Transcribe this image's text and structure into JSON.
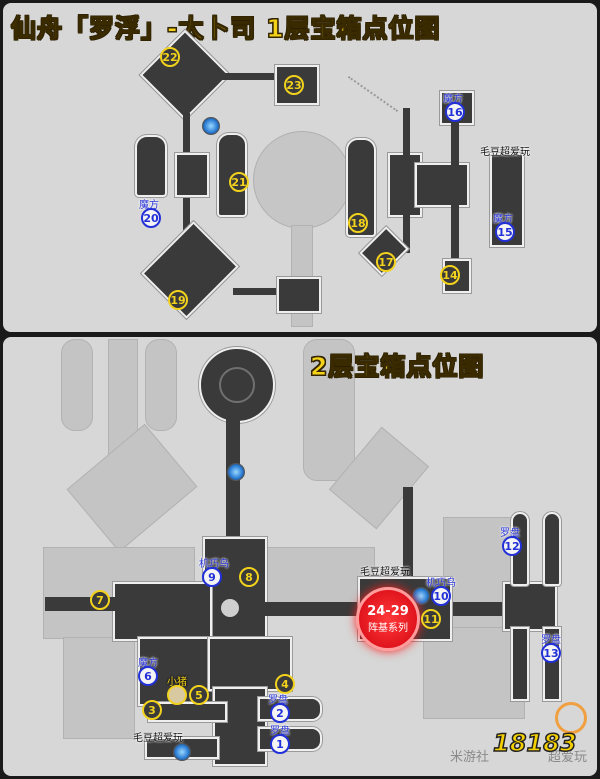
{
  "floor1": {
    "title": "仙舟「罗浮」-太卜司  1层宝箱点位图",
    "markers": [
      {
        "num": "14",
        "color": "yellow",
        "label": ""
      },
      {
        "num": "15",
        "color": "blue",
        "label": "魔方"
      },
      {
        "num": "16",
        "color": "blue",
        "label": "魔方"
      },
      {
        "num": "17",
        "color": "yellow",
        "label": ""
      },
      {
        "num": "18",
        "color": "yellow",
        "label": ""
      },
      {
        "num": "19",
        "color": "yellow",
        "label": ""
      },
      {
        "num": "20",
        "color": "blue",
        "label": "魔方"
      },
      {
        "num": "21",
        "color": "yellow",
        "label": ""
      },
      {
        "num": "22",
        "color": "yellow",
        "label": ""
      },
      {
        "num": "23",
        "color": "yellow",
        "label": ""
      }
    ],
    "notes": [
      "毛豆超爱玩"
    ]
  },
  "floor2": {
    "title": "2层宝箱点位图",
    "markers": [
      {
        "num": "1",
        "color": "blue",
        "label": "罗盘"
      },
      {
        "num": "2",
        "color": "blue",
        "label": "罗盘"
      },
      {
        "num": "3",
        "color": "yellow",
        "label": ""
      },
      {
        "num": "4",
        "color": "yellow",
        "label": ""
      },
      {
        "num": "5",
        "color": "yellow",
        "label": ""
      },
      {
        "num": "6",
        "color": "blue",
        "label": "魔方"
      },
      {
        "num": "7",
        "color": "yellow",
        "label": ""
      },
      {
        "num": "8",
        "color": "yellow",
        "label": ""
      },
      {
        "num": "9",
        "color": "blue",
        "label": "机巧鸟"
      },
      {
        "num": "10",
        "color": "blue",
        "label": "机巧鸟"
      },
      {
        "num": "11",
        "color": "yellow",
        "label": ""
      },
      {
        "num": "12",
        "color": "blue",
        "label": "罗盘"
      },
      {
        "num": "13",
        "color": "blue",
        "label": "罗盘"
      }
    ],
    "pig_label": "小猪",
    "notes": [
      "毛豆超爱玩",
      "毛豆超爱玩"
    ],
    "badge": {
      "range": "24-29",
      "text": "阵基系列"
    }
  },
  "watermark": {
    "text_left": "米游社",
    "text_right": "超爱玩",
    "logo": "18183"
  },
  "colors": {
    "title": "#f5d21a",
    "blue_marker": "#2230d8",
    "yellow_marker": "#f2d21c",
    "badge": "#e0141d"
  }
}
